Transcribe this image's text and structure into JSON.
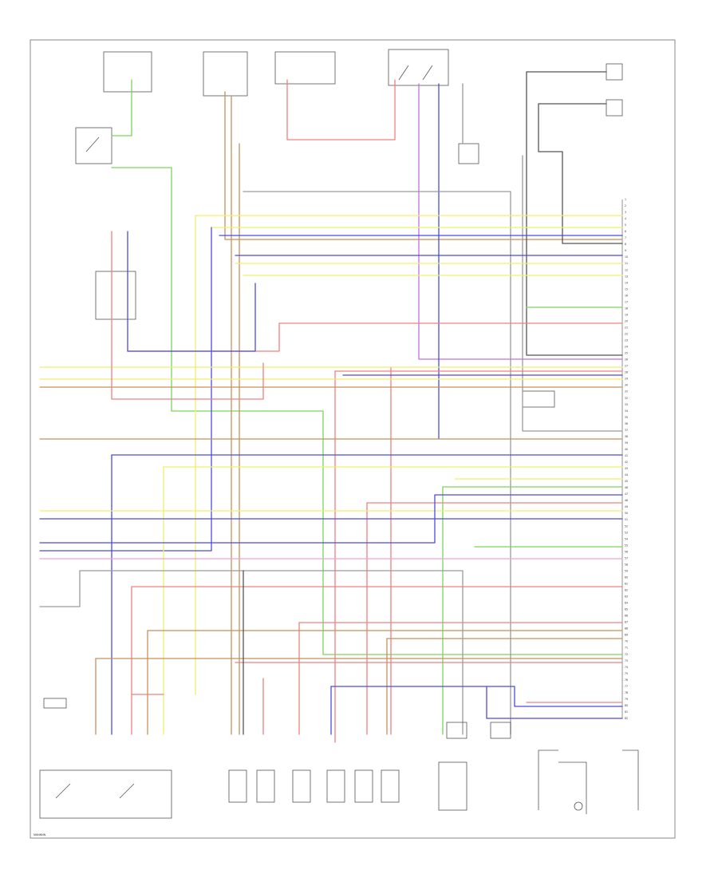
{
  "footer_code": "NNNNNN",
  "connector": {
    "pin_labels": [
      "1",
      "2",
      "3",
      "4",
      "5",
      "6",
      "7",
      "8",
      "9",
      "10",
      "11",
      "12",
      "13",
      "14",
      "15",
      "16",
      "17",
      "18",
      "19",
      "20",
      "21",
      "22",
      "23",
      "24",
      "25",
      "26",
      "27",
      "28",
      "29",
      "30",
      "31",
      "32",
      "33",
      "34",
      "35",
      "36",
      "37",
      "38",
      "39",
      "40",
      "41",
      "42",
      "43",
      "44",
      "45",
      "46",
      "47",
      "48",
      "49",
      "50",
      "51",
      "52",
      "53",
      "54",
      "55",
      "56",
      "57",
      "58",
      "59",
      "60",
      "61",
      "62",
      "63",
      "64",
      "65",
      "66",
      "67",
      "68",
      "69",
      "70",
      "71",
      "72",
      "73",
      "74",
      "75",
      "76",
      "77",
      "78",
      "79",
      "80",
      "81",
      "82"
    ]
  },
  "colors": {
    "yellow": "#f2ee6a",
    "blue": "#4a4ae6",
    "red": "#f08080",
    "brown": "#c8905a",
    "green": "#7ad35a",
    "purple": "#c070e0",
    "gray": "#9a9a9a",
    "pink": "#f0a0d8",
    "lightgray": "#c8c8c8"
  }
}
